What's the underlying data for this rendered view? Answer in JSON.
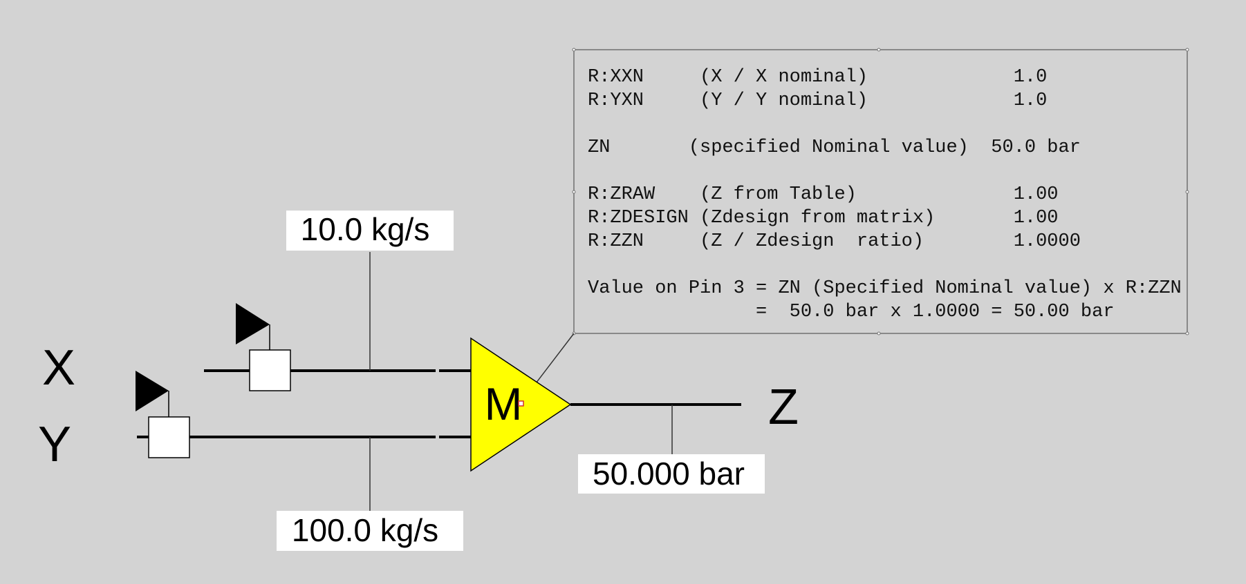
{
  "diagram": {
    "inputs": {
      "x_label": "X",
      "y_label": "Y"
    },
    "output": {
      "z_label": "Z"
    },
    "block": {
      "symbol": "M",
      "fill_color": "#ffff00"
    },
    "readouts": {
      "x_flow": "10.0 kg/s",
      "y_flow": "100.0 kg/s",
      "z_value": "50.000 bar"
    }
  },
  "info_panel": {
    "lines": [
      "R:XXN     (X / X nominal)             1.0",
      "R:YXN     (Y / Y nominal)             1.0",
      "",
      "ZN       (specified Nominal value)  50.0 bar",
      "",
      "R:ZRAW    (Z from Table)              1.00",
      "R:ZDESIGN (Zdesign from matrix)       1.00",
      "R:ZZN     (Z / Zdesign  ratio)        1.0000",
      "",
      "Value on Pin 3 = ZN (Specified Nominal value) x R:ZZN",
      "               =  50.0 bar x 1.0000 = 50.00 bar"
    ]
  }
}
